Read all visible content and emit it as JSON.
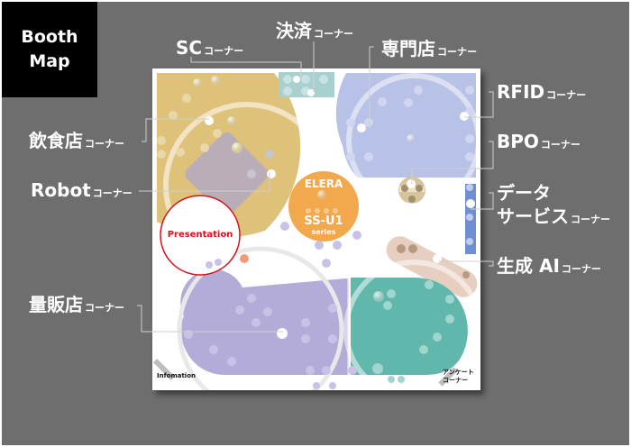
{
  "title": {
    "line1": "Booth",
    "line2": "Map"
  },
  "corner_suffix": "コーナー",
  "labels": {
    "sc": "SC",
    "kessai": "決済",
    "senmonten": "専門店",
    "inshokuten": "飲食店",
    "robot": "Robot",
    "rfid": "RFID",
    "bpo": "BPO",
    "data_service_line1": "データ",
    "data_service_line2": "サービス",
    "seisei_ai": "生成 AI",
    "ryohanten": "量販店"
  },
  "map": {
    "center_product": {
      "brand": "ELERA",
      "model": "SS-U1",
      "series": "series"
    },
    "presentation": "Presentation",
    "information": "Infomation",
    "survey_line1": "アンケート",
    "survey_line2": "コーナー"
  },
  "colors": {
    "background": "#6e6e6e",
    "title_box": "#000000",
    "inshokuten": "#dfc27a",
    "robot": "#b9adb8",
    "kessai": "#a8d0cf",
    "senmonten": "#b8c1e6",
    "bpo": "#d6c49e",
    "data_service": "#6f8fd0",
    "seisei_ai": "#e6cfc0",
    "ryohanten": "#b3acd8",
    "teal_zone": "#62b7ad",
    "elera": "#f2a84c",
    "presentation": "#d7131b"
  }
}
